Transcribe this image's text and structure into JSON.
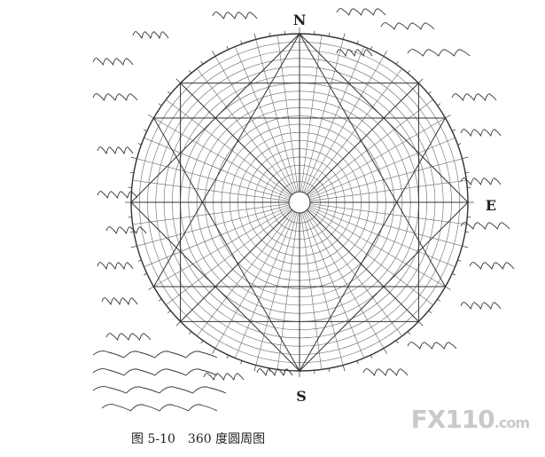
{
  "compass": {
    "north": "N",
    "south": "S",
    "east": "E"
  },
  "caption": {
    "figure_number": "图 5-10",
    "title": "360 度圆周图"
  },
  "watermark": {
    "brand": "FX110",
    "suffix": ".com"
  },
  "colors": {
    "ink": "#333333",
    "light_ink": "#6a6a6a",
    "watermark": "#c9c9c9"
  }
}
